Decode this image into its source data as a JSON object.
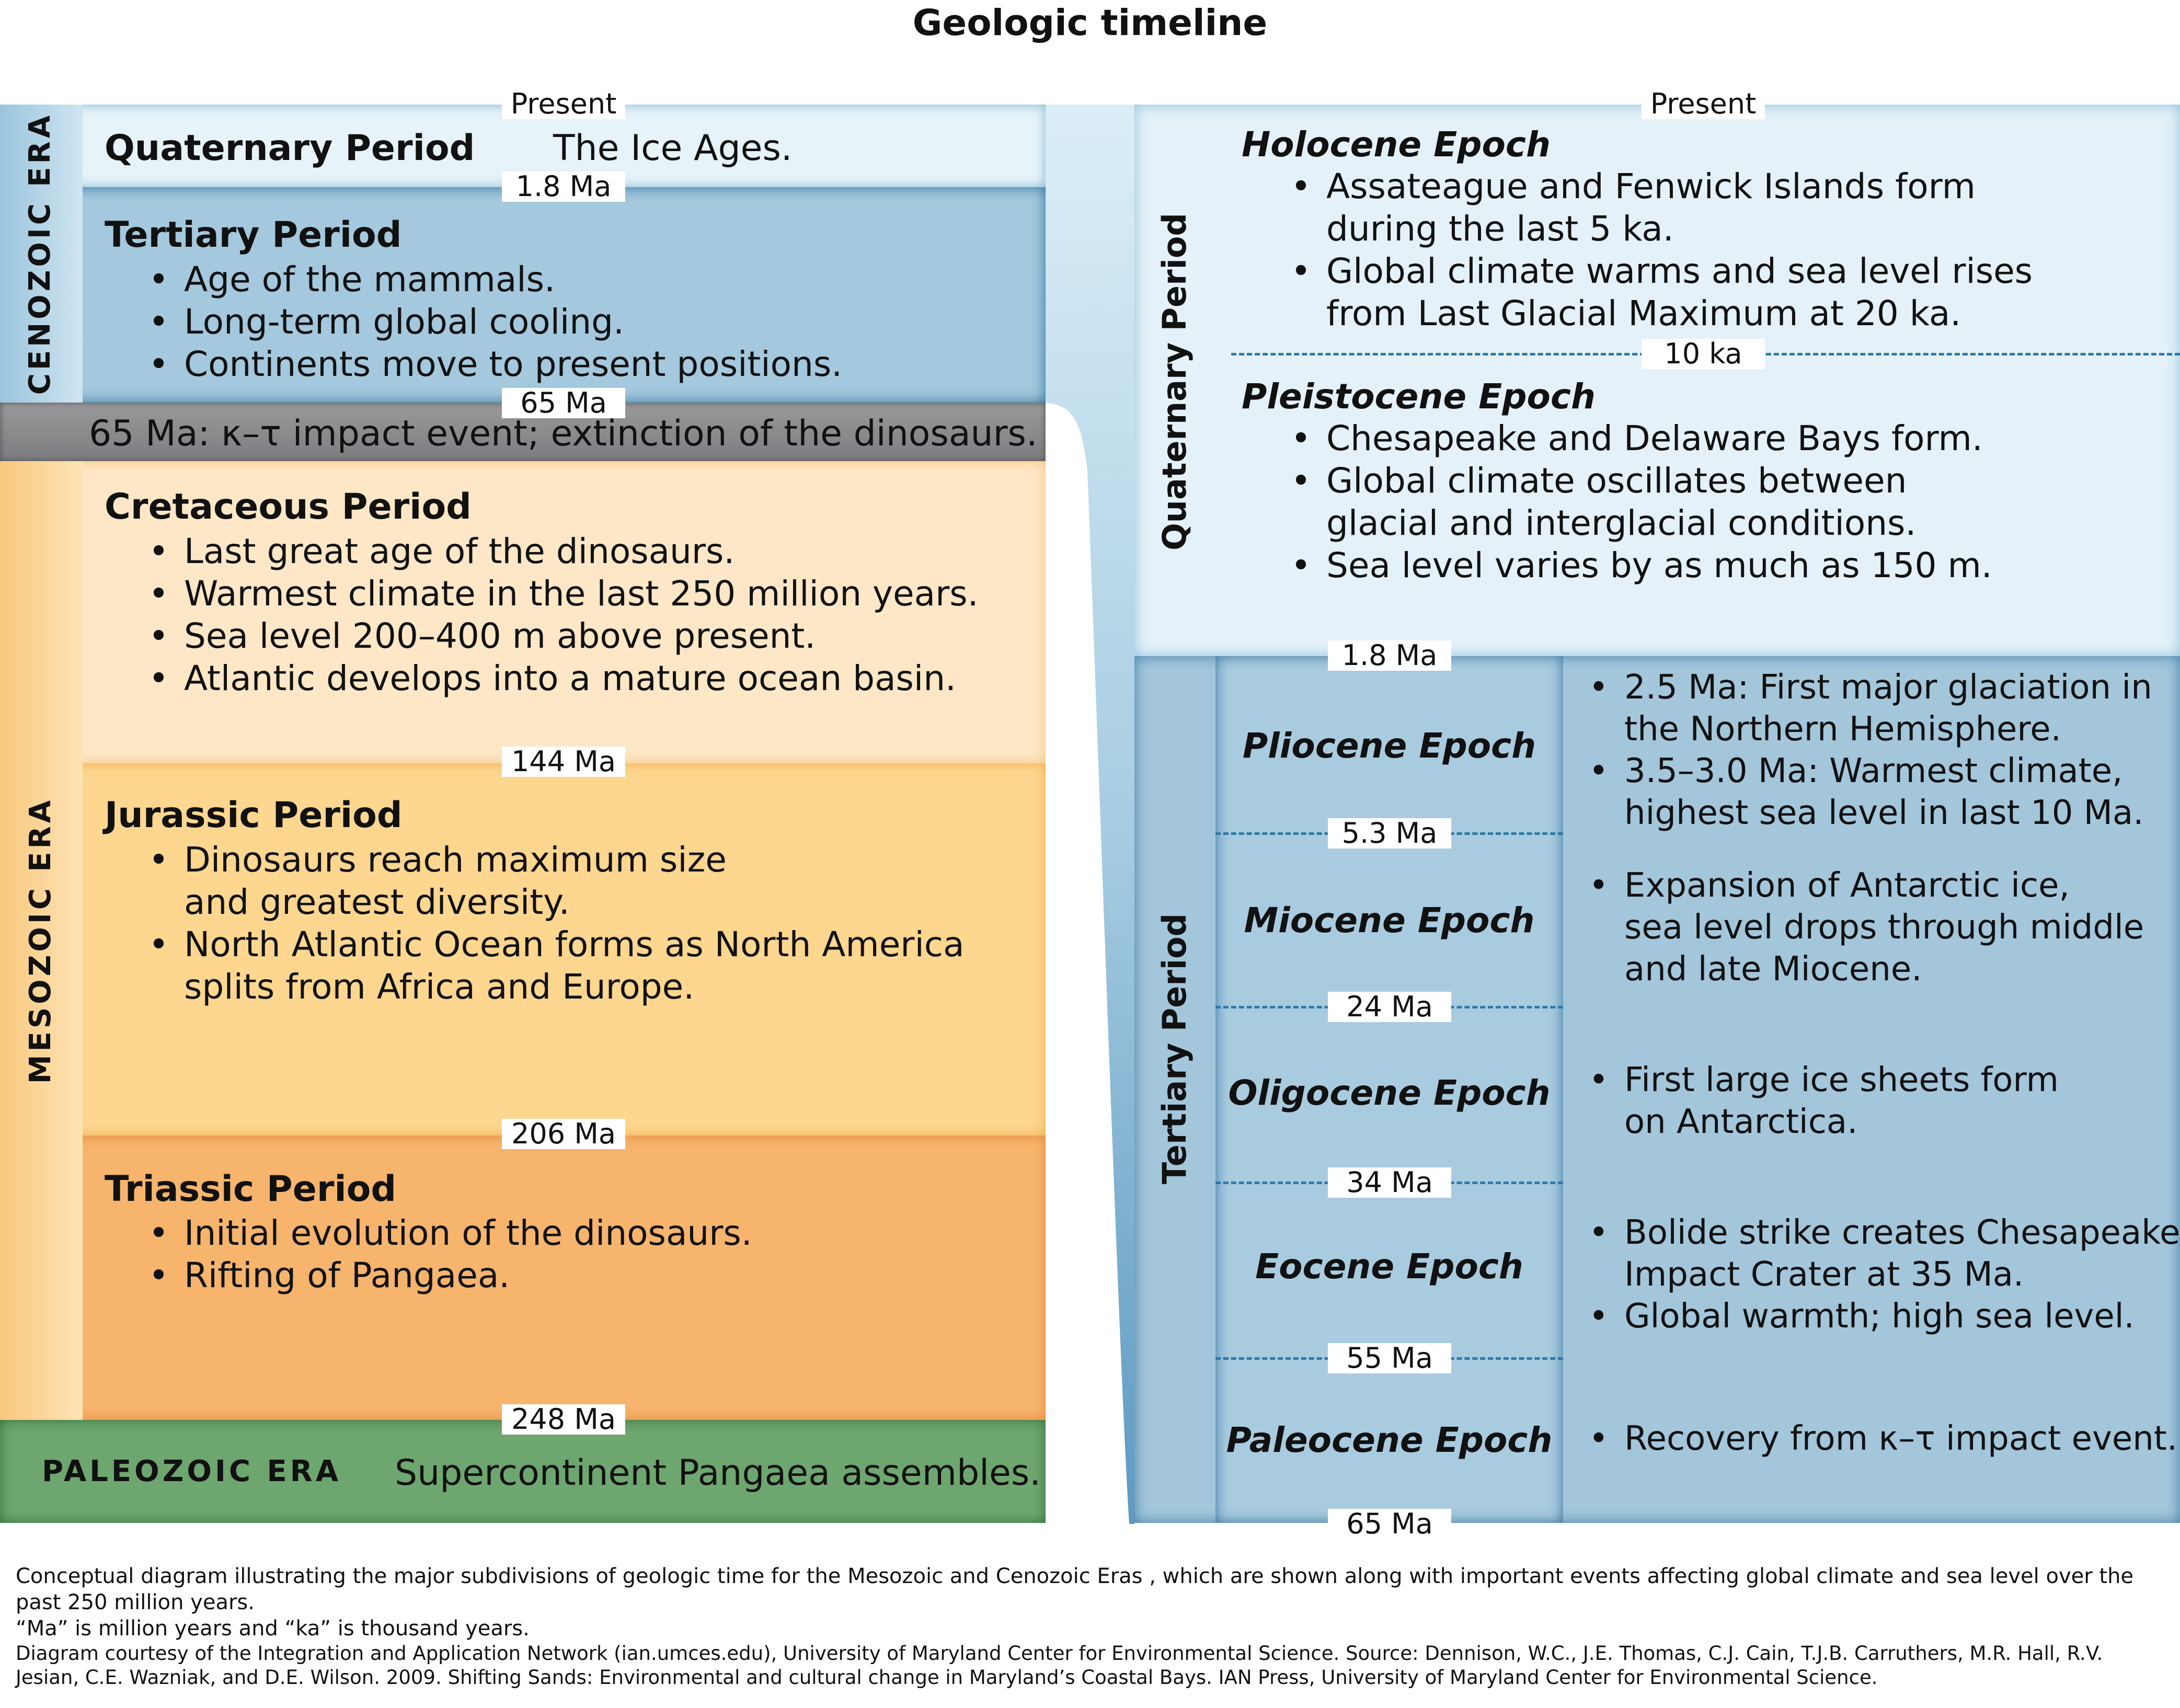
{
  "title": "Geologic timeline",
  "left": {
    "present_label": "Present",
    "eras": {
      "cenozoic": "CENOZOIC ERA",
      "mesozoic": "MESOZOIC ERA",
      "paleozoic": "PALEOZOIC ERA"
    },
    "quaternary": {
      "title": "Quaternary Period",
      "text": "The Ice Ages."
    },
    "tertiary": {
      "title": "Tertiary Period",
      "bullets": [
        "Age of the mammals.",
        "Long-term global cooling.",
        "Continents move to present positions."
      ]
    },
    "kt_event": "65 Ma: κ–τ impact event; extinction of the dinosaurs.",
    "cretaceous": {
      "title": "Cretaceous Period",
      "bullets": [
        "Last great age of the dinosaurs.",
        "Warmest climate in the last 250 million years.",
        "Sea level 200–400 m above present.",
        "Atlantic develops into a mature ocean basin."
      ]
    },
    "jurassic": {
      "title": "Jurassic Period",
      "bullets": [
        "Dinosaurs reach maximum size",
        "North Atlantic Ocean forms as North America"
      ],
      "bullet_continuations": [
        "and greatest diversity.",
        "splits from Africa and Europe."
      ]
    },
    "triassic": {
      "title": "Triassic Period",
      "bullets": [
        "Initial evolution of the dinosaurs.",
        "Rifting of Pangaea."
      ]
    },
    "paleozoic_text": "Supercontinent Pangaea assembles.",
    "tags": [
      "1.8 Ma",
      "65 Ma",
      "144 Ma",
      "206 Ma",
      "248 Ma"
    ]
  },
  "right": {
    "present_label": "Present",
    "quaternary_label": "Quaternary Period",
    "tertiary_label": "Tertiary Period",
    "holocene": {
      "title": "Holocene Epoch",
      "bullets": [
        "Assateague and Fenwick Islands form",
        "Global climate warms and sea level rises"
      ],
      "continuations": [
        "during the last 5 ka.",
        "from Last Glacial Maximum at 20 ka."
      ]
    },
    "tag_10ka": "10 ka",
    "pleistocene": {
      "title": "Pleistocene Epoch",
      "bullets": [
        "Chesapeake and Delaware Bays form.",
        "Global climate oscillates between",
        "Sea level varies by as much as 150 m."
      ],
      "continuation": "glacial and interglacial conditions."
    },
    "tags": [
      "1.8 Ma",
      "5.3 Ma",
      "24 Ma",
      "34 Ma",
      "55 Ma",
      "65 Ma"
    ],
    "epochs": [
      "Pliocene Epoch",
      "Miocene Epoch",
      "Oligocene Epoch",
      "Eocene Epoch",
      "Paleocene Epoch"
    ],
    "notes": {
      "pliocene": [
        "2.5 Ma: First major glaciation in",
        "the Northern Hemisphere.",
        "3.5–3.0 Ma: Warmest climate,",
        "highest sea level in last 10 Ma."
      ],
      "miocene": [
        "Expansion of Antarctic ice,",
        "sea level drops through middle",
        "and late Miocene."
      ],
      "oligocene": [
        "First large ice sheets form",
        "on Antarctica."
      ],
      "eocene": [
        "Bolide strike creates Chesapeake",
        "Impact Crater at 35 Ma.",
        "Global warmth; high sea level."
      ],
      "paleocene": [
        "Recovery from κ–τ impact event."
      ]
    }
  },
  "caption": {
    "line1": "Conceptual diagram illustrating the major subdivisions of geologic time for the Mesozoic and Cenozoic Eras , which are shown along with important events affecting global climate and sea level over the past 250 million years.",
    "line2": "“Ma” is million years and “ka” is thousand years.",
    "line3": "Diagram courtesy of the Integration and Application Network (ian.umces.edu), University of Maryland Center for Environmental Science. Source: Dennison, W.C., J.E. Thomas, C.J. Cain, T.J.B. Carruthers, M.R. Hall, R.V. Jesian, C.E. Wazniak, and D.E. Wilson. 2009. Shifting Sands: Environmental and cultural change in Maryland’s Coastal Bays. IAN Press, University of Maryland Center for Environmental Science."
  }
}
